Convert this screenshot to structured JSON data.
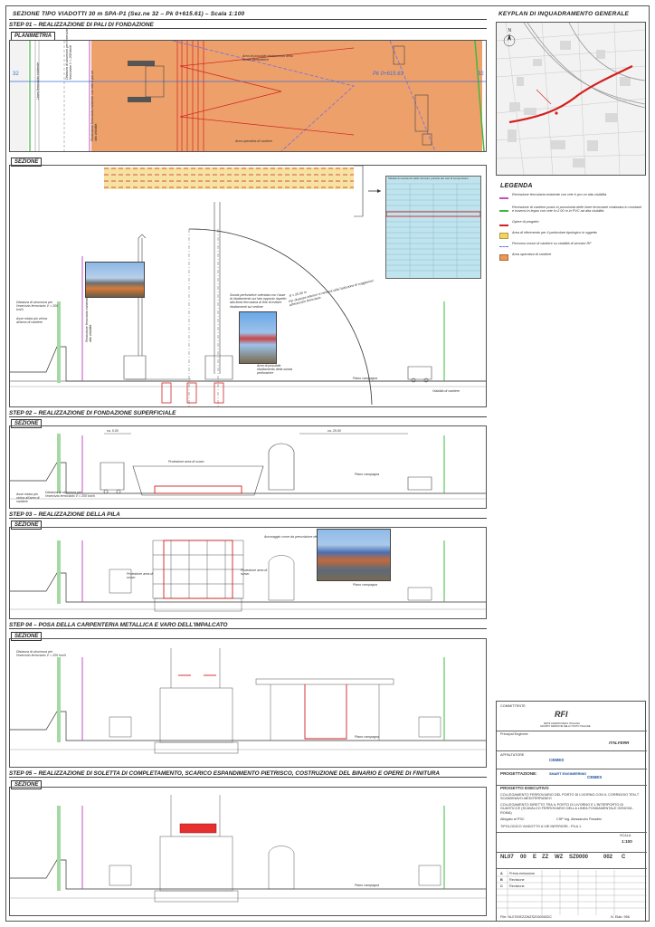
{
  "sheet_title": "SEZIONE TIPO VIADOTTI 30 m SPA-P1   (Sez.ne 32 – Pk 0+615.61) – Scala 1:100",
  "keyplan_title": "KEYPLAN DI INQUADRAMENTO GENERALE",
  "steps": [
    {
      "label": "STEP 01 – REALIZZAZIONE DI PALI DI FONDAZIONE"
    },
    {
      "label": "STEP 02 – REALIZZAZIONE DI FONDAZIONE SUPERFICIALE"
    },
    {
      "label": "STEP 03 – REALIZZAZIONE DELLA PILA"
    },
    {
      "label": "STEP 04 – POSA DELLA CARPENTERIA METALLICA E VARO DELL'IMPALCATO"
    },
    {
      "label": "STEP 05 – REALIZZAZIONE DI SOLETTA DI COMPLETAMENTO, SCARICO ESPANDIMENTO PIETRISCO, COSTRUZIONE DEL BINARIO E OPERE DI FINITURA"
    }
  ],
  "tags": {
    "planimetria": "PLANIMETRIA",
    "sezione": "SEZIONE"
  },
  "planimetria": {
    "section_mark_left": "32",
    "section_mark_right": "32",
    "pk_label": "Pk 0+615.61",
    "area_note": "Area di possibile ribaltamento della sonda perforatrice",
    "operative_area": "Area operativa di cantiere",
    "left_note_1": "Distanza di sicurezza per l'esercizio ferroviario V = 200 km/h",
    "left_note_2": "Linea ferroviaria esistente",
    "red_note": "Recinzione ferroviaria esistente con rete h pro un alta visibilità"
  },
  "step1_section": {
    "radius_note": "R = 20.00 m",
    "radius_note_2": "Per distanze inferiori si renderà utile l'adozione di soggezioni all'esercizio ferroviario",
    "drill_note": "Sonda perforatrice orientata con l'asse di ribaltamento sul lato opposto rispetto alla linea ferroviaria al fine di evitare ribaltamenti sul sedime",
    "overturn_area": "Area di possibile ribaltamento della sonda perforatrice",
    "safety_dist": "Distanza di sicurezza per l'esercizio ferroviario V = 200 km/h",
    "rail_axis": "Asse rotaia più vicina all'area di cantiere",
    "fence": "Recinzione ferroviaria esistente con rete h pro un alta visibilità",
    "work_fence": "Recinzione di cantiere con rete h pro un alta visibilità",
    "ground": "Piano campagna",
    "viability": "Viabilità di cantiere"
  },
  "step2_section": {
    "dim_left": "ca. 5.50",
    "dim_right": "ca. 25.00",
    "protection": "Protezione area di scavo",
    "safety_dist": "Distanza di sicurezza per l'esercizio ferroviario V = 200 km/h",
    "rail_axis": "Asse rotaia più vicina all'area di cantiere",
    "ground": "Piano campagna"
  },
  "step3_section": {
    "anchors": "Ancoraggio come da prescrizione del PSC",
    "protection_1": "Protezione area di scavo",
    "protection_2": "Protezione area di scavo",
    "ground": "Piano campagna"
  },
  "step4_section": {
    "ground": "Piano campagna",
    "safety_dist": "Distanza di sicurezza per l'esercizio ferroviario V = 200 km/h"
  },
  "step5_section": {
    "ground": "Piano campagna"
  },
  "table": {
    "title": "Tabella di resistenza delle strutture portanti dei cavi di sospensione",
    "headers": [
      "",
      "",
      "",
      ""
    ],
    "rows": [
      [
        "",
        "",
        "",
        ""
      ],
      [
        "",
        "",
        "",
        ""
      ],
      [
        "",
        "",
        "",
        ""
      ],
      [
        "",
        "",
        "",
        ""
      ],
      [
        "",
        "",
        "",
        ""
      ],
      [
        "",
        "",
        "",
        ""
      ],
      [
        "",
        "",
        "",
        ""
      ],
      [
        "",
        "",
        "",
        ""
      ],
      [
        "",
        "",
        "",
        ""
      ],
      [
        "",
        "",
        "",
        ""
      ],
      [
        "",
        "",
        "",
        ""
      ],
      [
        "",
        "",
        "",
        ""
      ],
      [
        "",
        "",
        "",
        ""
      ],
      [
        "",
        "",
        "",
        ""
      ],
      [
        "",
        "",
        "",
        ""
      ],
      [
        "",
        "",
        "",
        ""
      ],
      [
        "",
        "",
        "",
        ""
      ],
      [
        "",
        "",
        "",
        ""
      ]
    ]
  },
  "legend": {
    "title": "LEGENDA",
    "items": [
      {
        "color": "#c050c0",
        "text": "Recinzione ferroviaria esistente con rete h pro un alta visibilità"
      },
      {
        "color": "#40b840",
        "text": "Recinzione di cantiere posto in prossimità delle linee ferroviarie realizzata in montanti e traversi in legno con rete h=2.00 m in PVC ad alta visibilità"
      },
      {
        "color": "#d22020",
        "text": "Opere di progetto"
      },
      {
        "color": "#f3d26a",
        "text": "Area di riferimento per il particolare tipologico in oggetto"
      },
      {
        "color": "#6f6fe0",
        "text": "Percorso mezzi di cantiere su viabilità di servizio RF"
      },
      {
        "color": "#e99a5a",
        "text": "Area operativa di cantiere"
      }
    ]
  },
  "titleblock": {
    "committente": "COMMITTENTE",
    "client": "RFI",
    "client_sub": "RETE FERROVIARIA ITALIANA",
    "group": "GRUPPO FERROVIE DELLO STATO ITALIANE",
    "principal": "Principal Engineer",
    "italferr": "ITALFERR",
    "appaltatore": "APPALTATORE",
    "cemes": "CEMES",
    "progettazione": "PROGETTAZIONE:",
    "smart": "SMART ENGINEERING",
    "phase": "PROGETTO ESECUTIVO",
    "desc_1": "COLLEGAMENTO FERROVIARIO DEL PORTO DI LIVORNO CON IL CORRIDOIO TEN-T SCANDINAVO-MEDITERRANEO",
    "desc_2": "COLLEGAMENTO DIRETTO TRA IL PORTO DI LIVORNO E L'INTERPORTO DI GUASTICCE (SCAVALCO FERROVIARIO DELLA LINEA FONDAMENTALE GENOVA - ROMA)",
    "allegato": "Allegato al PSC",
    "csp": "CSP Ing. Alessandro Paradisi",
    "doc_title": "TIPOLOGICO VIADOTTO A VIE INFERIORI - PILA 1",
    "scale_label": "SCALA",
    "scale_value": "1:100",
    "code_parts": [
      "NL07",
      "00",
      "E",
      "ZZ",
      "WZ",
      "SZ0000",
      "002",
      "C"
    ],
    "revisions": [
      {
        "rev": "A",
        "desc": "Prima emissione"
      },
      {
        "rev": "B",
        "desc": "Revisione"
      },
      {
        "rev": "C",
        "desc": "Revisione"
      }
    ],
    "file_label": "File: NL0700EZZWZSZ0000002C",
    "doc_number": "N. Elab. 956"
  }
}
